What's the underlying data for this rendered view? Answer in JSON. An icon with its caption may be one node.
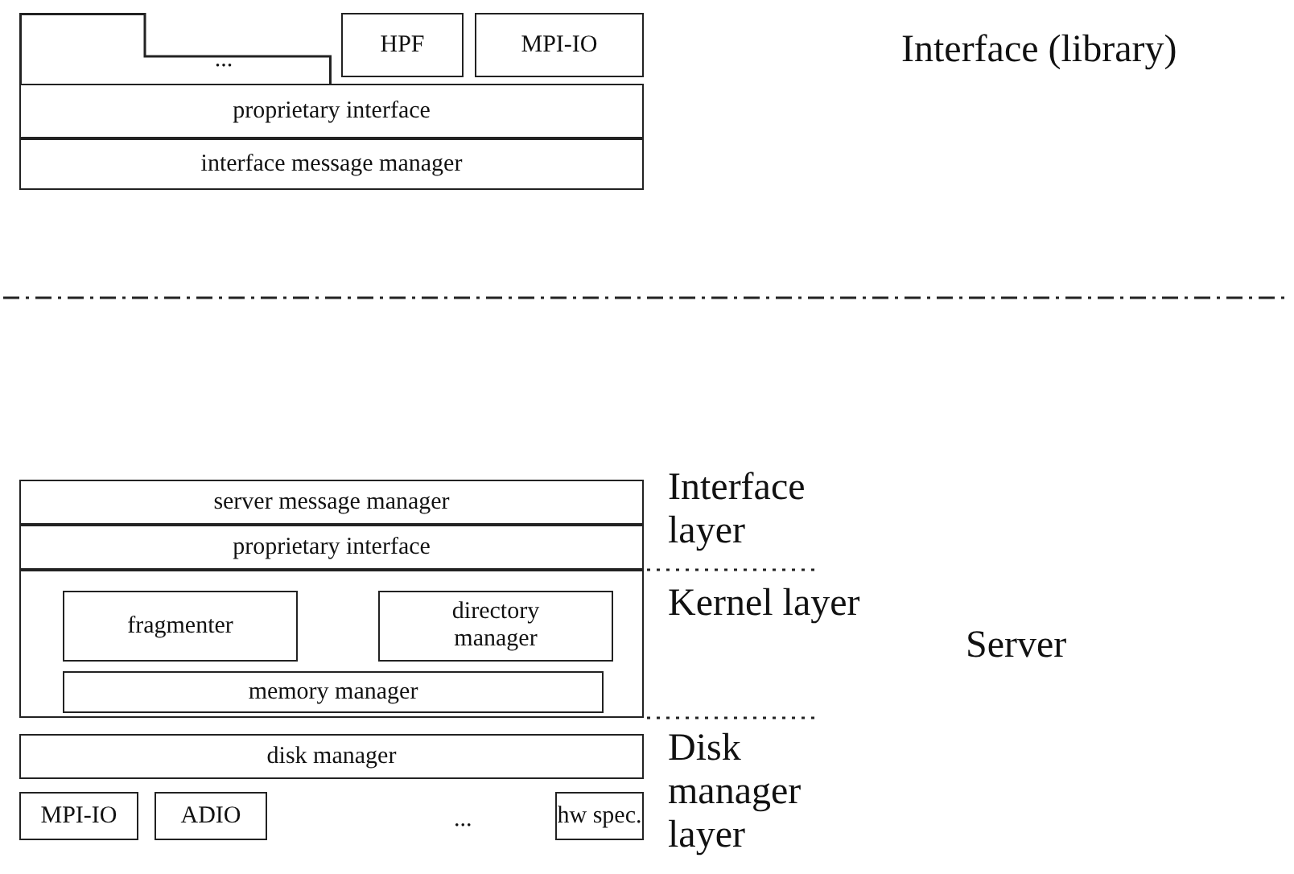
{
  "diagram": {
    "nodes": [
      {
        "text": [
          "..."
        ]
      },
      {
        "text": [
          "HPF"
        ]
      },
      {
        "text": [
          "MPI-IO"
        ]
      },
      {
        "text": [
          "proprietary interface"
        ]
      },
      {
        "text": [
          "interface message manager"
        ]
      },
      {
        "text": [
          "server message manager"
        ]
      },
      {
        "text": [
          "proprietary interface"
        ]
      },
      {
        "text": [],
        "shape": "box"
      },
      {
        "text": [
          "fragmenter"
        ],
        "in": 7
      },
      {
        "text": [
          "directory manager"
        ],
        "in": 7
      },
      {
        "text": [
          "memory manager"
        ],
        "in": 7
      },
      {
        "text": [
          "disk manager"
        ]
      },
      {
        "text": [
          "MPI-IO"
        ]
      },
      {
        "text": [
          "ADIO"
        ]
      },
      {
        "text": [
          "hw spec."
        ]
      }
    ],
    "edges": [],
    "labels": [
      "Interface (library)",
      "Interface layer",
      "Kernel layer",
      "Server",
      "Disk manager layer",
      "..."
    ]
  }
}
